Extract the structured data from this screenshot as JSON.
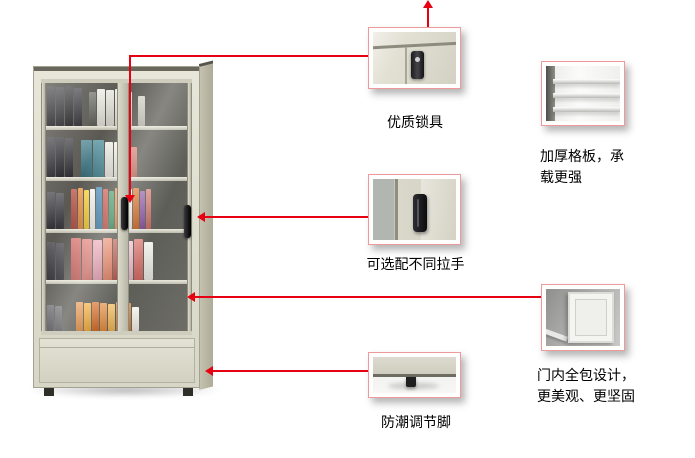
{
  "colors": {
    "accent_red": "#e60012",
    "box_border": "#ef9a9a",
    "cabinet_body": "#e2e0d2",
    "cabinet_side": "#c6c4b0"
  },
  "callouts": {
    "lock": {
      "label": "优质锁具"
    },
    "shelf": {
      "label": "加厚格板，承载更强"
    },
    "handle": {
      "label": "可选配不同拉手"
    },
    "door": {
      "label": "门内全包设计，更美观、更坚固"
    },
    "foot": {
      "label": "防潮调节脚"
    }
  },
  "cabinet": {
    "shelves": [
      {
        "items": [
          [
            "#17171c",
            8,
            40
          ],
          [
            "#1b1b20",
            8,
            39
          ],
          [
            "#15151a",
            8,
            40
          ],
          [
            "#202026",
            8,
            38
          ],
          [
            "",
            5,
            0
          ],
          [
            "#56564e",
            7,
            34
          ],
          [
            "#e9e8df",
            8,
            37
          ],
          [
            "#e2e1d7",
            8,
            36
          ],
          [
            "#eceada",
            8,
            37
          ],
          [
            "#dcdacd",
            8,
            34
          ],
          [
            "",
            4,
            0
          ],
          [
            "#c9c7ba",
            7,
            30
          ]
        ]
      },
      {
        "items": [
          [
            "#191920",
            8,
            40
          ],
          [
            "#14141a",
            8,
            40
          ],
          [
            "#1d1d24",
            8,
            39
          ],
          [
            "",
            6,
            0
          ],
          [
            "#2e6f7e",
            11,
            37
          ],
          [
            "#357f8e",
            11,
            37
          ],
          [
            "#e8e7df",
            8,
            35
          ],
          [
            "#efede2",
            8,
            35
          ],
          [
            "#9aa0a0",
            7,
            32
          ],
          [
            "#c75c4a",
            6,
            30
          ]
        ]
      },
      {
        "items": [
          [
            "#26262c",
            8,
            37
          ],
          [
            "#2c2c33",
            8,
            36
          ],
          [
            "",
            5,
            0
          ],
          [
            "#b03a2e",
            6,
            40
          ],
          [
            "#e67e22",
            5,
            41
          ],
          [
            "#f1c40f",
            5,
            39
          ],
          [
            "#eef0ec",
            5,
            40
          ],
          [
            "#2471a3",
            6,
            42
          ],
          [
            "#c0392b",
            5,
            40
          ],
          [
            "#1e8449",
            5,
            38
          ],
          [
            "#e67e22",
            5,
            41
          ],
          [
            "#f4d03f",
            5,
            39
          ],
          [
            "#f8f6ef",
            5,
            40
          ],
          [
            "#d35400",
            6,
            41
          ],
          [
            "#7d3c98",
            5,
            38
          ],
          [
            "#cd6155",
            5,
            40
          ]
        ]
      },
      {
        "items": [
          [
            "#1f1f26",
            8,
            38
          ],
          [
            "#23232a",
            8,
            37
          ],
          [
            "",
            5,
            0
          ],
          [
            "#cd4a42",
            10,
            42
          ],
          [
            "#d95f57",
            10,
            41
          ],
          [
            "#e78ea5",
            9,
            40
          ],
          [
            "#e8704e",
            9,
            42
          ],
          [
            "#c0392b",
            10,
            41
          ],
          [
            "#efb7c8",
            9,
            39
          ],
          [
            "#d95f57",
            9,
            41
          ],
          [
            "#f1efe6",
            9,
            38
          ]
        ]
      },
      {
        "items": [
          [
            "#3c3c42",
            7,
            26
          ],
          [
            "#44444a",
            7,
            25
          ],
          [
            "",
            12,
            0
          ],
          [
            "#e67e22",
            7,
            29
          ],
          [
            "#f39c12",
            7,
            28
          ],
          [
            "#d35400",
            7,
            29
          ],
          [
            "#e67e22",
            7,
            28
          ],
          [
            "#f5b041",
            7,
            27
          ],
          [
            "#dc7633",
            7,
            29
          ],
          [
            "#ca6f1e",
            7,
            28
          ],
          [
            "#f6f2e7",
            7,
            24
          ]
        ]
      }
    ]
  }
}
